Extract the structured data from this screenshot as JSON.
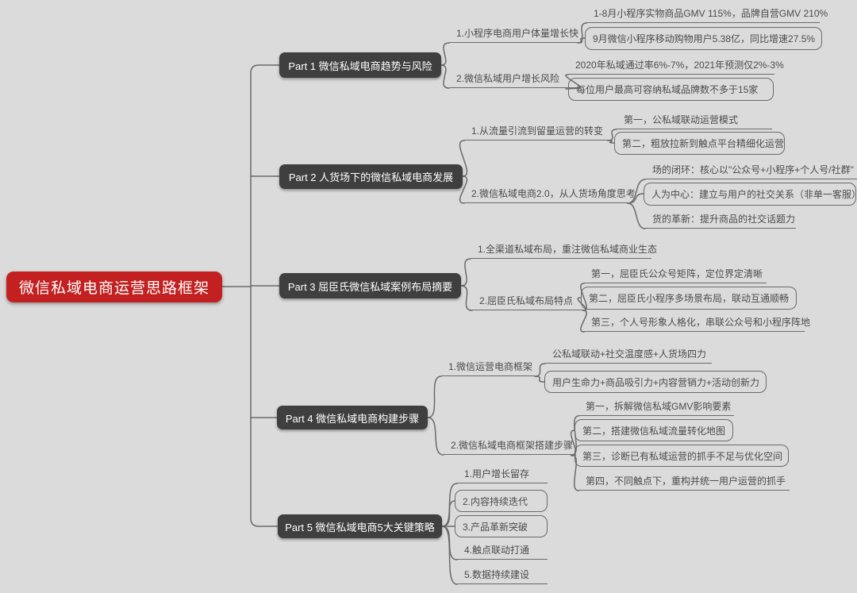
{
  "root": {
    "label": "微信私域电商运营思路框架"
  },
  "colors": {
    "background": "#dbdbdb",
    "root_fill": "#c32121",
    "branch_fill": "#3f3f3f",
    "line": "#6a6a6a",
    "text": "#4c4c4c"
  },
  "parts": [
    {
      "label": "Part 1 微信私域电商趋势与风险",
      "children": [
        {
          "label": "1.小程序电商用户体量增长快",
          "children": [
            {
              "label": "1-8月小程序实物商品GMV 115%，品牌自营GMV 210%"
            },
            {
              "label": "9月微信小程序移动购物用户5.38亿，同比增速27.5%"
            }
          ]
        },
        {
          "label": "2.微信私域用户增长风险",
          "children": [
            {
              "label": "2020年私域通过率6%-7%，2021年预测仅2%-3%"
            },
            {
              "label": "每位用户最高可容纳私域品牌数不多于15家"
            }
          ]
        }
      ]
    },
    {
      "label": "Part 2 人货场下的微信私域电商发展",
      "children": [
        {
          "label": "1.从流量引流到留量运营的转变",
          "children": [
            {
              "label": "第一，公私域联动运营模式"
            },
            {
              "label": "第二，粗放拉新到触点平台精细化运营"
            }
          ]
        },
        {
          "label": "2.微信私域电商2.0，从人货场角度思考",
          "children": [
            {
              "label": "场的闭环：核心以\"公众号+小程序+个人号/社群\""
            },
            {
              "label": "人为中心：建立与用户的社交关系（非单一客服）"
            },
            {
              "label": "货的革新：提升商品的社交话题力"
            }
          ]
        }
      ]
    },
    {
      "label": "Part 3 屈臣氏微信私域案例布局摘要",
      "children": [
        {
          "label": "1.全渠道私域布局，重注微信私域商业生态",
          "children": []
        },
        {
          "label": "2.屈臣氏私域布局特点",
          "children": [
            {
              "label": "第一，屈臣氏公众号矩阵，定位界定清晰"
            },
            {
              "label": "第二，屈臣氏小程序多场景布局，联动互通顺畅"
            },
            {
              "label": "第三，个人号形象人格化，串联公众号和小程序阵地"
            }
          ]
        }
      ]
    },
    {
      "label": "Part 4 微信私域电商构建步骤",
      "children": [
        {
          "label": "1.微信运营电商框架",
          "children": [
            {
              "label": "公私域联动+社交温度感+人货场四力"
            },
            {
              "label": "用户生命力+商品吸引力+内容营销力+活动创新力"
            }
          ]
        },
        {
          "label": "2.微信私域电商框架搭建步骤",
          "children": [
            {
              "label": "第一，拆解微信私域GMV影响要素"
            },
            {
              "label": "第二，搭建微信私域流量转化地图"
            },
            {
              "label": "第三，诊断已有私域运营的抓手不足与优化空间"
            },
            {
              "label": "第四，不同触点下，重构并统一用户运营的抓手"
            }
          ]
        }
      ]
    },
    {
      "label": "Part 5 微信私域电商5大关键策略",
      "children": [
        {
          "label": "1.用户增长留存"
        },
        {
          "label": "2.内容持续迭代"
        },
        {
          "label": "3.产品革新突破"
        },
        {
          "label": "4.触点联动打通"
        },
        {
          "label": "5.数据持续建设"
        }
      ]
    }
  ]
}
